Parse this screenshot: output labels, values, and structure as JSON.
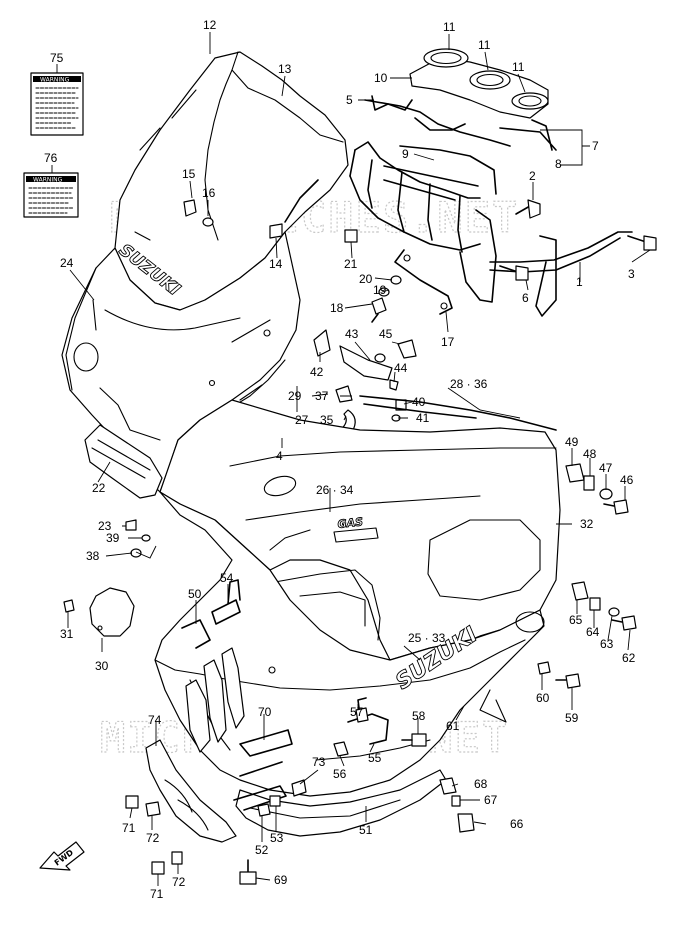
{
  "watermark": "MICROFICHES.NET",
  "fwd_label": "FWD",
  "brand_marks": [
    "SUZUKI",
    "SUZUKI",
    "GAS"
  ],
  "label_texts": [
    "WARNING",
    "WARNING"
  ],
  "callouts": [
    "11",
    "11",
    "11",
    "12",
    "13",
    "10",
    "5",
    "7",
    "8",
    "9",
    "2",
    "3",
    "1",
    "6",
    "15",
    "16",
    "14",
    "21",
    "24",
    "20",
    "19",
    "18",
    "17",
    "43",
    "45",
    "44",
    "42",
    "40",
    "41",
    "29",
    "37",
    "27",
    "35",
    "28 · 36",
    "4",
    "22",
    "26 · 34",
    "49",
    "48",
    "47",
    "46",
    "32",
    "23",
    "39",
    "38",
    "31",
    "30",
    "50",
    "54",
    "65",
    "64",
    "63",
    "62",
    "25 · 33",
    "60",
    "59",
    "61",
    "58",
    "70",
    "57",
    "56",
    "55",
    "74",
    "73",
    "68",
    "67",
    "66",
    "51",
    "71",
    "72",
    "53",
    "52",
    "69",
    "71",
    "72",
    "75",
    "76"
  ]
}
